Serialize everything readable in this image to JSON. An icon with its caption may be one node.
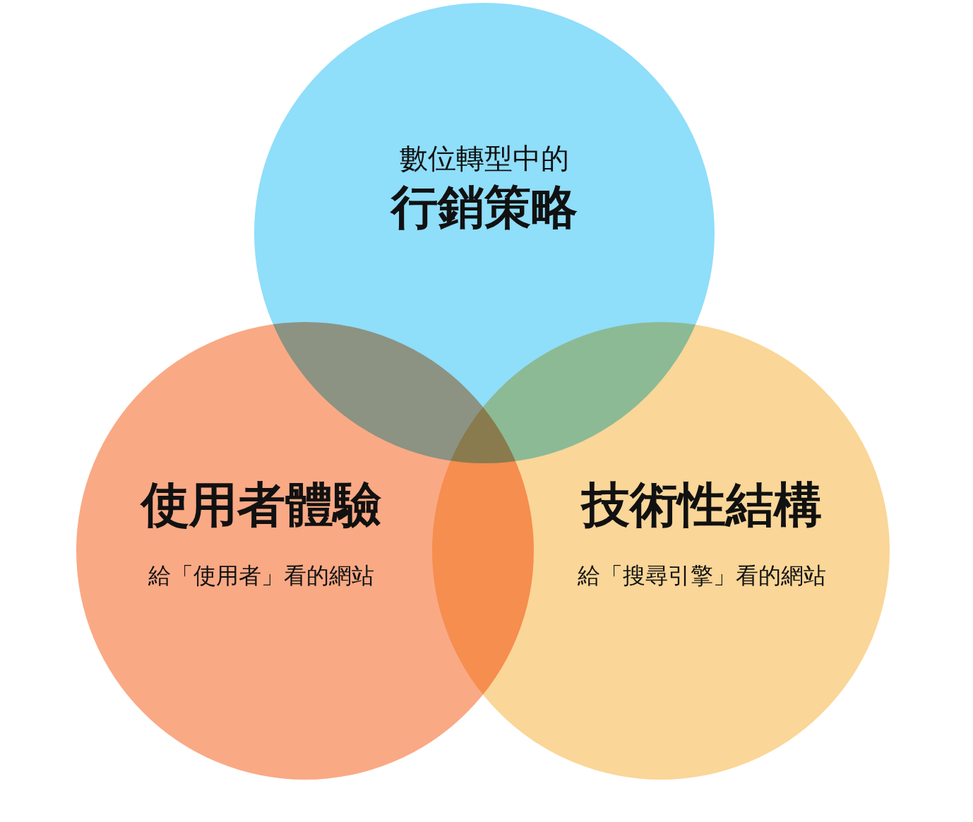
{
  "diagram": {
    "nodes": [
      {
        "text": [
          "數位轉型中的",
          "行銷策略"
        ]
      },
      {
        "text": [
          "使用者體驗",
          "給「使用者」看的網站"
        ]
      },
      {
        "text": [
          "技術性結構",
          "給「搜尋引擎」看的網站"
        ]
      }
    ]
  }
}
